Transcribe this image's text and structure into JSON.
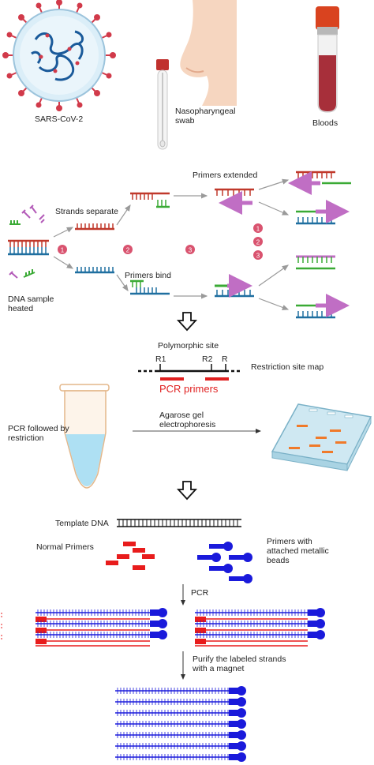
{
  "samples": {
    "virus": "SARS-CoV-2",
    "swab_line1": "Nasopharyngeal",
    "swab_line2": "swab",
    "blood": "Bloods"
  },
  "pcr_cycle": {
    "heated_line1": "DNA sample",
    "heated_line2": "heated",
    "separate": "Strands separate",
    "bind": "Primers bind",
    "extended": "Primers extended",
    "steps": [
      "1",
      "2",
      "3"
    ]
  },
  "rflp": {
    "site": "Polymorphic site",
    "r1": "R1",
    "r2": "R2",
    "r3": "R",
    "map": "Restriction site map",
    "primers": "PCR primers",
    "pcr_restriction_line1": "PCR followed by",
    "pcr_restriction_line2": "restriction",
    "gel_line1": "Agarose gel",
    "gel_line2": "electrophoresis"
  },
  "magnetic": {
    "template": "Template DNA",
    "normal": "Normal Primers",
    "beads_line1": "Primers with",
    "beads_line2": "attached metallic",
    "beads_line3": "beads",
    "pcr": "PCR",
    "purify_line1": "Purify the labeled strands",
    "purify_line2": "with a magnet"
  },
  "colors": {
    "dna_red": "#c0392b",
    "dna_blue": "#1f6fa0",
    "primer_green": "#3aaa35",
    "primer_purple": "#c06ec4",
    "step_circle": "#d9536f",
    "tube_liquid": "#aee0f3",
    "gel_tray": "#cfe8f2",
    "gel_band": "#f07a2a",
    "bead_blue": "#1a1adb",
    "primer_red": "#e81c1c"
  }
}
